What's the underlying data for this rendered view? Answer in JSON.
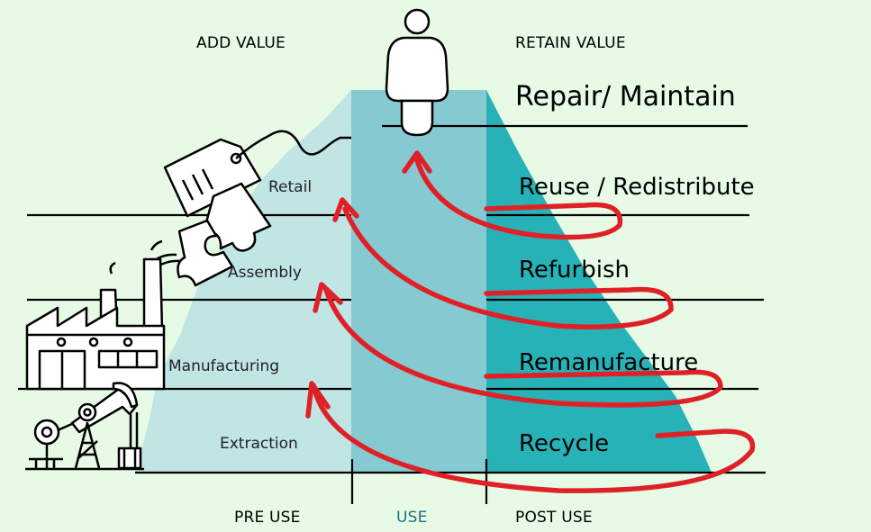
{
  "headers": {
    "add_value": "ADD VALUE",
    "retain_value": "RETAIN VALUE"
  },
  "phases": {
    "pre_use": "PRE USE",
    "use": "USE",
    "post_use": "POST USE"
  },
  "pre_use_stages": [
    "Retail",
    "Assembly",
    "Manufacturing",
    "Extraction"
  ],
  "post_use_stages": [
    "Repair/ Maintain",
    "Reuse / Redistribute",
    "Refurbish",
    "Remanufacture",
    "Recycle"
  ],
  "colors": {
    "background": "#e6fae6",
    "pre_use_fill": "#c1e4e4",
    "use_fill": "#86cad1",
    "post_use_fill": "#27b2b8",
    "arrow": "#e02027",
    "line": "#000000"
  },
  "icons": [
    "person-icon",
    "price-tag-icon",
    "puzzle-pieces-icon",
    "factory-icon",
    "oil-pump-icon"
  ]
}
